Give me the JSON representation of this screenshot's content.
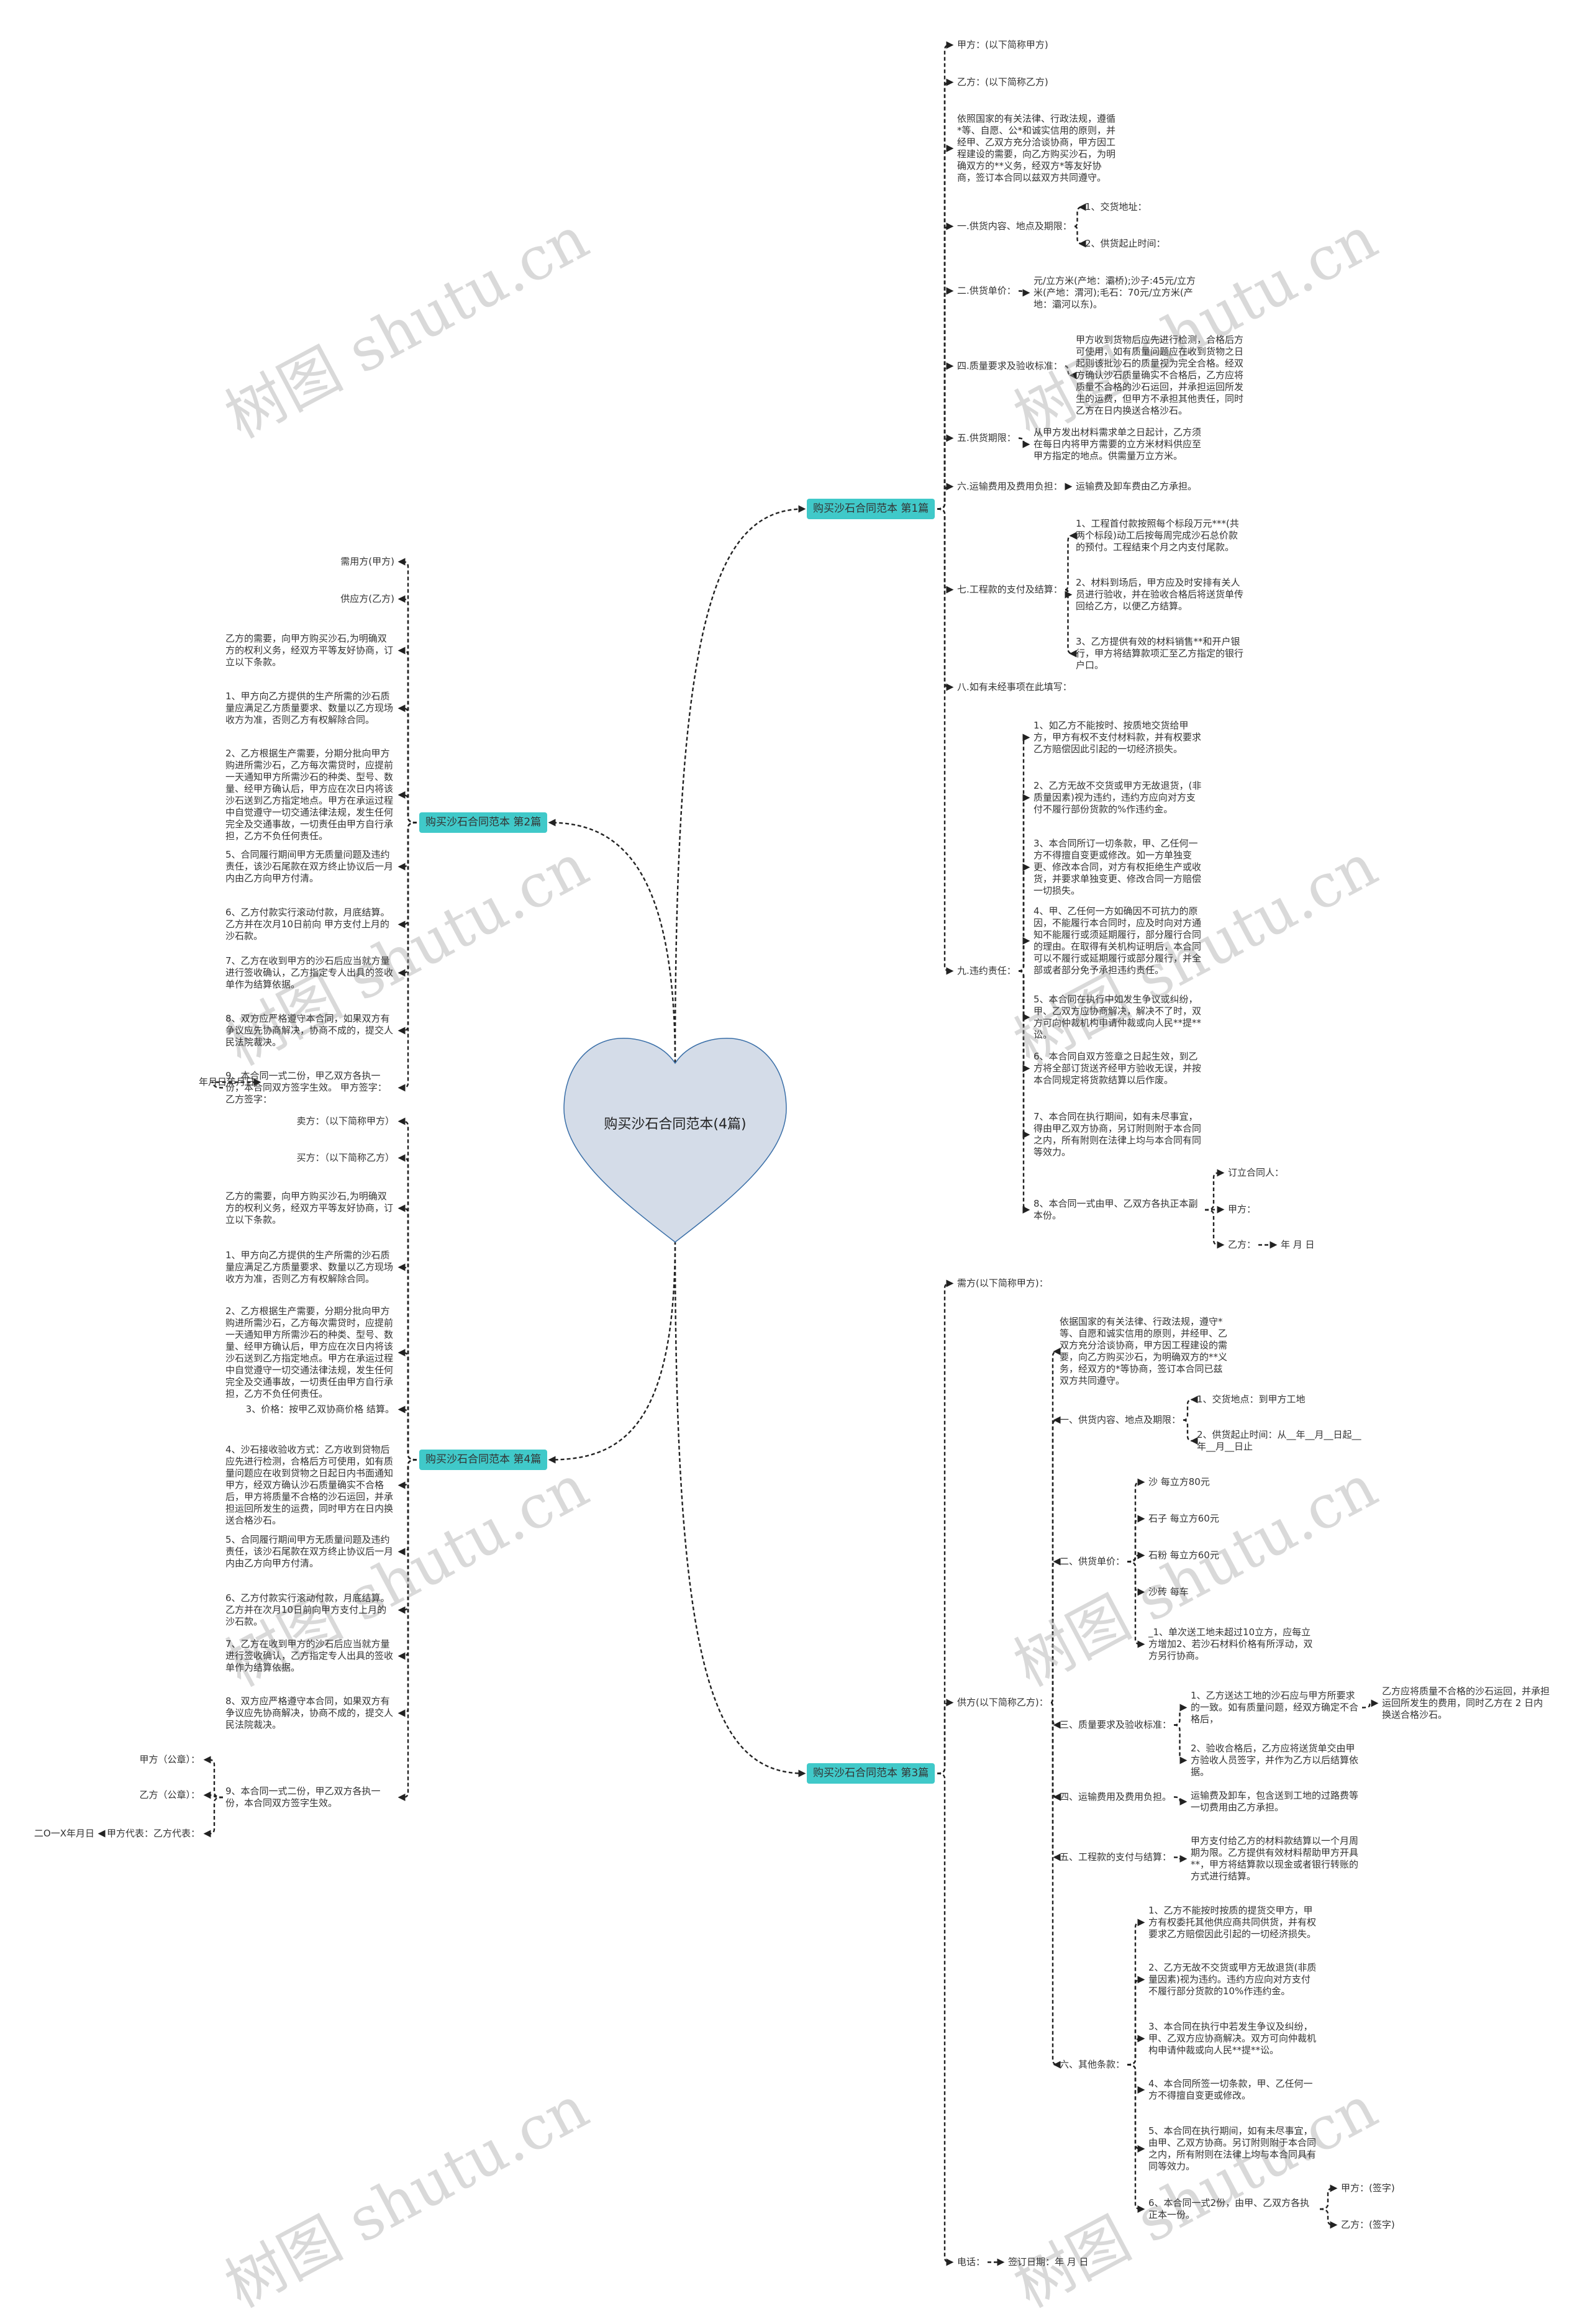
{
  "title": "购买沙石合同范本(4篇)",
  "watermark": "树图 shutu.cn",
  "colors": {
    "branch_fill": "#40c9c9",
    "root_fill": "#d4dce8",
    "root_stroke": "#3a6fa8",
    "connector": "#222222"
  },
  "s1": {
    "label": "购买沙石合同范本 第1篇",
    "a": "甲方：(以下简称甲方)",
    "b": "乙方：(以下简称乙方)",
    "c": "依照国家的有关法律、行政法规，遵循*等、自愿、公*和诚实信用的原则，并经甲、乙双方充分洽谈协商，甲方因工程建设的需要，向乙方购买沙石，为明确双方的**义务，经双方*等友好协商，签订本合同以兹双方共同遵守。",
    "d": {
      "label": "一.供货内容、地点及期限：",
      "items": [
        "1、交货地址：",
        "2、供货起止时间："
      ]
    },
    "e": {
      "label": "二.供货单价：",
      "items": [
        "元/立方米(产地：灞桥);沙子:45元/立方米(产地：渭河);毛石：70元/立方米(产地：灞河以东)。"
      ]
    },
    "f": {
      "label": "四.质量要求及验收标准：",
      "items": [
        "甲方收到货物后应先进行检测，合格后方可使用，如有质量问题应在收到货物之日起则该批沙石的质量视为完全合格。经双方确认沙石质量确实不合格后，乙方应将质量不合格的沙石运回，并承担运回所发生的运费，但甲方不承担其他责任，同时乙方在日内换送合格沙石。"
      ]
    },
    "g": {
      "label": "五.供货期限：",
      "items": [
        "从甲方发出材料需求单之日起计，乙方须在每日内将甲方需要的立方米材料供应至甲方指定的地点。供需量万立方米。"
      ]
    },
    "h": {
      "label": "六.运输费用及费用负担：",
      "items": [
        "运输费及卸车费由乙方承担。"
      ]
    },
    "i": {
      "label": "七.工程款的支付及结算：",
      "items": [
        "1、工程首付款按照每个标段万元***(共两个标段)动工后按每周完成沙石总价款的预付。工程结束个月之内支付尾款。",
        "2、材料到场后，甲方应及时安排有关人员进行验收，并在验收合格后将送货单传回给乙方，以便乙方结算。",
        "3、乙方提供有效的材料销售**和开户银行，甲方将结算款项汇至乙方指定的银行户口。"
      ]
    },
    "j": "八.如有未经事项在此填写：",
    "k": {
      "label": "九.违约责任：",
      "items": [
        "1、如乙方不能按时、按质地交货给甲方，甲方有权不支付材料款，并有权要求乙方赔偿因此引起的一切经济损失。",
        "2、乙方无故不交货或甲方无故退货，(非质量因素)视为违约，违约方应向对方支付不履行部份货款的%作违约金。",
        "3、本合同所订一切条款，甲、乙任何一方不得擅自变更或修改。如一方单独变更、修改本合同，对方有权拒绝生产或收货，并要求单独变更、修改合同一方赔偿一切损失。",
        "4、甲、乙任何一方如确因不可抗力的原因，不能履行本合同时，应及时向对方通知不能履行或须延期履行，部分履行合同的理由。在取得有关机构证明后，本合同可以不履行或延期履行或部分履行，并全部或者部分免予承担违约责任。",
        "5、本合同在执行中如发生争议或纠纷，甲、乙双方应协商解决，解决不了时，双方可向仲裁机构申请仲裁或向人民**提**讼。",
        "6、本合同自双方签章之日起生效，到乙方将全部订货送齐经甲方验收无误，并按本合同规定将货款结算以后作废。",
        "7、本合同在执行期间，如有未尽事宜，得由甲乙双方协商，另订附则附于本合同之内，所有附则在法律上均与本合同有同等效力。",
        "8、本合同一式由甲、乙双方各执正本副本份。"
      ],
      "sign": [
        "订立合同人：",
        "甲方：",
        "乙方：",
        "年 月 日"
      ]
    }
  },
  "s2": {
    "label": "购买沙石合同范本 第2篇",
    "items": [
      "需用方(甲方)",
      "供应方(乙方)",
      "乙方的需要，向甲方购买沙石,为明确双方的权利义务，经双方平等友好协商，订立以下条款。",
      "1、甲方向乙方提供的生产所需的沙石质量应满足乙方质量要求、数量以乙方现场收方为准，否则乙方有权解除合同。",
      "2、乙方根据生产需要，分期分批向甲方购进所需沙石，乙方每次需贷时，应提前一天通知甲方所需沙石的种类、型号、数量、经甲方确认后，甲方应在次日内将该沙石送到乙方指定地点。甲方在承运过程中自觉遵守一切交通法律法规，发生任何完全及交通事故，一切责任由甲方自行承担，乙方不负任何责任。",
      "5、合同履行期间甲方无质量问题及违约责任，该沙石尾款在双方终止协议后一月内由乙方向甲方付清。",
      "6、乙方付款实行滚动付款，月底结算。乙方并在次月10日前向 甲方支付上月的沙石款。",
      "7、乙方在收到甲方的沙石后应当就方量进行签收确认，乙方指定专人出具的签收单作为结算依据。",
      "8、双方应严格遵守本合同，如果双方有争议应先协商解决，协商不成的，提交人民法院裁决。",
      "9、本合同一式二份，甲乙双方各执一份，本合同双方签字生效。 甲方签字：乙方签字："
    ],
    "date": "年月日年月日"
  },
  "s3": {
    "label": "购买沙石合同范本 第3篇",
    "a": "需方(以下简称甲方)：",
    "b": {
      "label": "供方(以下简称乙方)：",
      "p": "依据国家的有关法律、行政法规，遵守*等、自愿和诚实信用的原则，并经甲、乙双方充分洽谈协商，甲方因工程建设的需要，向乙方购买沙石，为明确双方的**义务，经双方的*等协商，签订本合同已兹双方共同遵守。",
      "one": {
        "label": "一、供货内容、地点及期限：",
        "items": [
          "1、交货地点：到甲方工地",
          "2、供货起止时间：从__年__月__日起__年__月__日止"
        ]
      },
      "two": {
        "label": "二、供货单价：",
        "items": [
          "沙 每立方80元",
          "石子 每立方60元",
          "石粉 每立方60元",
          "沙砖 每车",
          "_1、单次送工地未超过10立方，应每立方增加2、若沙石材料价格有所浮动，双方另行协商。"
        ]
      },
      "three": {
        "label": "三、质量要求及验收标准：",
        "items": [
          "1、乙方送达工地的沙石应与甲方所要求的一致。如有质量问题，经双方确定不合格后，",
          "2、验收合格后，乙方应将送货单交由甲方验收人员签字，并作为乙方以后结算依据。"
        ],
        "sub": "乙方应将质量不合格的沙石运回，并承担运回所发生的费用，同时乙方在 2 日内换送合格沙石。"
      },
      "four": {
        "label": "四、运输费用及费用负担。",
        "items": [
          "运输费及卸车，包含送到工地的过路费等一切费用由乙方承担。"
        ]
      },
      "five": {
        "label": "五、工程款的支付与结算：",
        "items": [
          "甲方支付给乙方的材料款结算以一个月周期为限。乙方提供有效材料帮助甲方开具**，甲方将结算款以现金或者银行转账的方式进行结算。"
        ]
      },
      "six": {
        "label": "六、其他条款：",
        "items": [
          "1、乙方不能按时按质的提货交甲方，甲方有权委托其他供应商共同供货，并有权要求乙方赔偿因此引起的一切经济损失。",
          "2、乙方无故不交货或甲方无故退货(非质量因素)视为违约。违约方应向对方支付不履行部分货款的10%作违约金。",
          "3、本合同在执行中若发生争议及纠纷，甲、乙双方应协商解决。双方可向仲裁机构申请仲裁或向人民**提**讼。",
          "4、本合同所签一切条款，甲、乙任何一方不得擅自变更或修改。",
          "5、本合同在执行期间，如有未尽事宜，由甲、乙双方协商。另订附则附于本合同之内，所有附则在法律上均与本合同具有同等效力。",
          "6、本合同一式2份，由甲、乙双方各执正本一份。"
        ],
        "sign": [
          "甲方：(签字)",
          "乙方：(签字)"
        ]
      }
    },
    "phone": "电话：",
    "date": "签订日期：年 月 日"
  },
  "s4": {
    "label": "购买沙石合同范本 第4篇",
    "items": [
      "卖方：（以下简称甲方）",
      "买方：（以下简称乙方）",
      "乙方的需要，向甲方购买沙石,为明确双方的权利义务，经双方平等友好协商，订立以下条款。",
      "1、甲方向乙方提供的生产所需的沙石质量应满足乙方质量要求、数量以乙方现场收方为准，否则乙方有权解除合同。",
      "2、乙方根据生产需要，分期分批向甲方购进所需沙石，乙方每次需贷时，应提前一天通知甲方所需沙石的种类、型号、数量、经甲方确认后，甲方应在次日内将该沙石送到乙方指定地点。甲方在承运过程中自觉遵守一切交通法律法规，发生任何完全及交通事故，一切责任由甲方自行承担，乙方不负任何责任。",
      "3、价格：按甲乙双协商价格 结算。",
      "4、沙石接收验收方式：乙方收到贷物后应先进行检测，合格后方可使用，如有质量问题应在收到贷物之日起日内书面通知甲方，经双方确认沙石质量确实不合格后，甲方将质量不合格的沙石运回，并承担运回所发生的运费，同时甲方在日内换送合格沙石。",
      "5、合同履行期间甲方无质量问题及违约责任，该沙石尾款在双方终止协议后一月内由乙方向甲方付清。",
      "6、乙方付款实行滚动付款，月底结算。乙方并在次月10日前向甲方支付上月的沙石款。",
      "7、乙方在收到甲方的沙石后应当就方量进行签收确认，乙方指定专人出具的签收单作为结算依据。",
      "8、双方应严格遵守本合同，如果双方有争议应先协商解决，协商不成的，提交人民法院裁决。",
      "9、本合同一式二份，甲乙双方各执一份，本合同双方签字生效。"
    ],
    "sign": [
      "甲方（公章）：",
      "乙方（公章）：",
      "甲方代表：乙方代表："
    ],
    "date": "二O一X年月日"
  }
}
